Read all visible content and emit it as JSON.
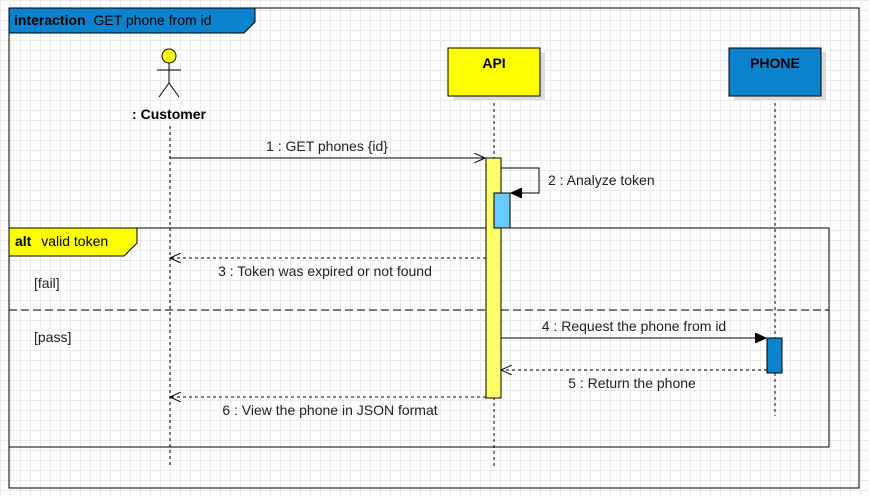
{
  "frame": {
    "keyword": "interaction",
    "name": "GET phone from id",
    "color": "#0a82cc"
  },
  "lifelines": {
    "customer": {
      "label": ": Customer",
      "kind": "actor"
    },
    "api": {
      "label": "API",
      "fill": "#ffff00"
    },
    "phone": {
      "label": "PHONE",
      "fill": "#0a82cc"
    }
  },
  "messages": {
    "m1": "1 : GET phones {id}",
    "m2": "2 : Analyze token",
    "m3": "3 : Token was expired or not found",
    "m4": "4 : Request the phone from id",
    "m5": "5 : Return the phone",
    "m6": "6 : View the phone in JSON format"
  },
  "fragment": {
    "keyword": "alt",
    "condition": "valid token",
    "color": "#ffff00",
    "guards": {
      "fail": "[fail]",
      "pass": "[pass]"
    }
  },
  "colors": {
    "activation_api": "#ffff66",
    "activation_self": "#66ccff",
    "activation_phone": "#0a82cc"
  }
}
